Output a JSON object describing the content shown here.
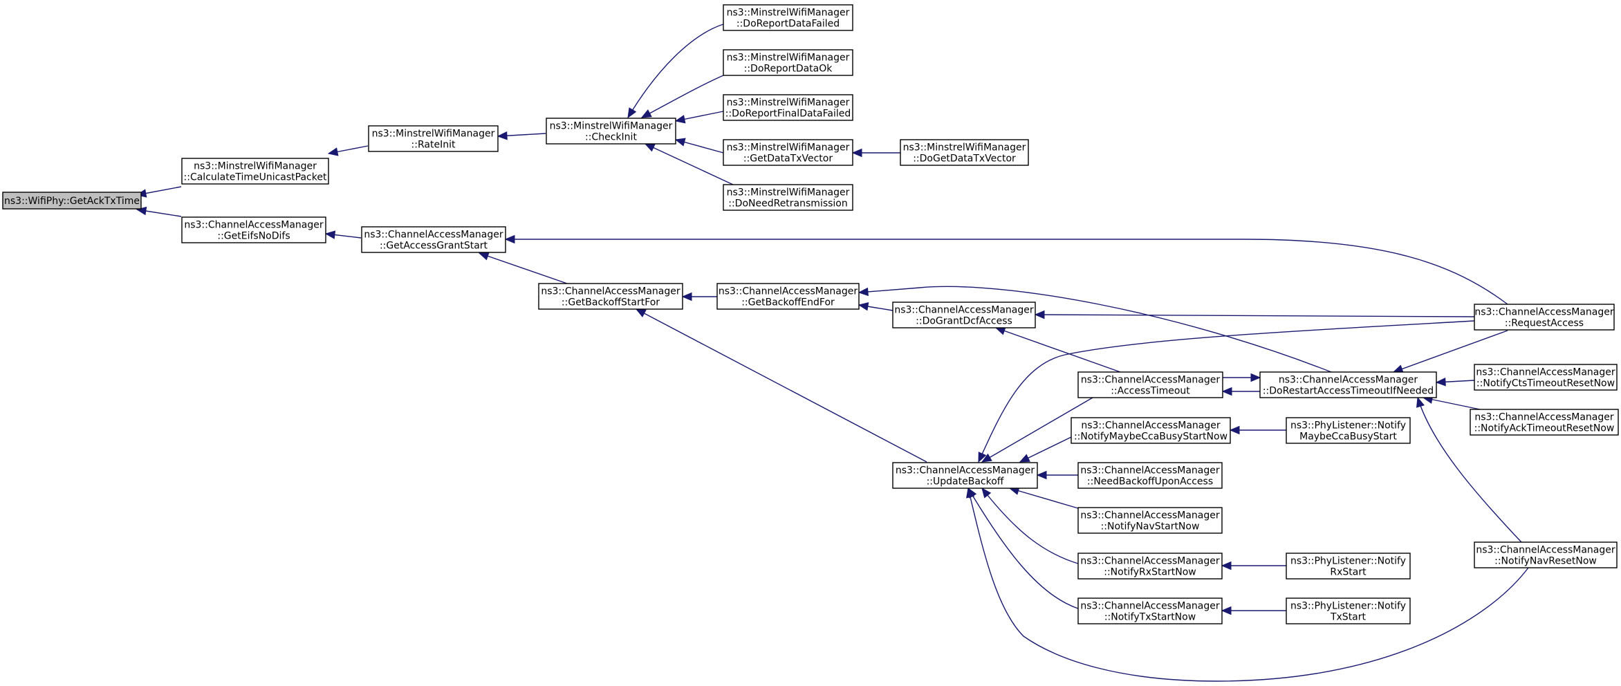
{
  "diagram": {
    "edge_color": "#191970",
    "root_fill": "#bfbfbf",
    "nodes": [
      {
        "id": "root",
        "lines": [
          "ns3::WifiPhy::GetAckTxTime"
        ],
        "root": true
      },
      {
        "id": "calc",
        "lines": [
          "ns3::MinstrelWifiManager",
          "::CalculateTimeUnicastPacket"
        ]
      },
      {
        "id": "eifs",
        "lines": [
          "ns3::ChannelAccessManager",
          "::GetEifsNoDifs"
        ]
      },
      {
        "id": "rate",
        "lines": [
          "ns3::MinstrelWifiManager",
          "::RateInit"
        ]
      },
      {
        "id": "check",
        "lines": [
          "ns3::MinstrelWifiManager",
          "::CheckInit"
        ]
      },
      {
        "id": "rdf",
        "lines": [
          "ns3::MinstrelWifiManager",
          "::DoReportDataFailed"
        ]
      },
      {
        "id": "rdo",
        "lines": [
          "ns3::MinstrelWifiManager",
          "::DoReportDataOk"
        ]
      },
      {
        "id": "rfdf",
        "lines": [
          "ns3::MinstrelWifiManager",
          "::DoReportFinalDataFailed"
        ]
      },
      {
        "id": "gdtv",
        "lines": [
          "ns3::MinstrelWifiManager",
          "::GetDataTxVector"
        ]
      },
      {
        "id": "dgdtv",
        "lines": [
          "ns3::MinstrelWifiManager",
          "::DoGetDataTxVector"
        ]
      },
      {
        "id": "dnr",
        "lines": [
          "ns3::MinstrelWifiManager",
          "::DoNeedRetransmission"
        ]
      },
      {
        "id": "gags",
        "lines": [
          "ns3::ChannelAccessManager",
          "::GetAccessGrantStart"
        ]
      },
      {
        "id": "gbsf",
        "lines": [
          "ns3::ChannelAccessManager",
          "::GetBackoffStartFor"
        ]
      },
      {
        "id": "gbef",
        "lines": [
          "ns3::ChannelAccessManager",
          "::GetBackoffEndFor"
        ]
      },
      {
        "id": "dgda",
        "lines": [
          "ns3::ChannelAccessManager",
          "::DoGrantDcfAccess"
        ]
      },
      {
        "id": "ra",
        "lines": [
          "ns3::ChannelAccessManager",
          "::RequestAccess"
        ]
      },
      {
        "id": "at",
        "lines": [
          "ns3::ChannelAccessManager",
          "::AccessTimeout"
        ]
      },
      {
        "id": "drat",
        "lines": [
          "ns3::ChannelAccessManager",
          "::DoRestartAccessTimeoutIfNeeded"
        ]
      },
      {
        "id": "nctr",
        "lines": [
          "ns3::ChannelAccessManager",
          "::NotifyCtsTimeoutResetNow"
        ]
      },
      {
        "id": "natr",
        "lines": [
          "ns3::ChannelAccessManager",
          "::NotifyAckTimeoutResetNow"
        ]
      },
      {
        "id": "nmcb",
        "lines": [
          "ns3::ChannelAccessManager",
          "::NotifyMaybeCcaBusyStartNow"
        ]
      },
      {
        "id": "plmcb",
        "lines": [
          "ns3::PhyListener::Notify",
          "MaybeCcaBusyStart"
        ]
      },
      {
        "id": "ub",
        "lines": [
          "ns3::ChannelAccessManager",
          "::UpdateBackoff"
        ]
      },
      {
        "id": "nbua",
        "lines": [
          "ns3::ChannelAccessManager",
          "::NeedBackoffUponAccess"
        ]
      },
      {
        "id": "nns",
        "lines": [
          "ns3::ChannelAccessManager",
          "::NotifyNavStartNow"
        ]
      },
      {
        "id": "nrx",
        "lines": [
          "ns3::ChannelAccessManager",
          "::NotifyRxStartNow"
        ]
      },
      {
        "id": "plrx",
        "lines": [
          "ns3::PhyListener::Notify",
          "RxStart"
        ]
      },
      {
        "id": "ntx",
        "lines": [
          "ns3::ChannelAccessManager",
          "::NotifyTxStartNow"
        ]
      },
      {
        "id": "pltx",
        "lines": [
          "ns3::PhyListener::Notify",
          "TxStart"
        ]
      },
      {
        "id": "nnr",
        "lines": [
          "ns3::ChannelAccessManager",
          "::NotifyNavResetNow"
        ]
      }
    ],
    "edges": [
      {
        "from": "calc",
        "to": "root"
      },
      {
        "from": "eifs",
        "to": "root"
      },
      {
        "from": "rate",
        "to": "calc"
      },
      {
        "from": "check",
        "to": "rate"
      },
      {
        "from": "rdf",
        "to": "check"
      },
      {
        "from": "rdo",
        "to": "check"
      },
      {
        "from": "rfdf",
        "to": "check"
      },
      {
        "from": "gdtv",
        "to": "check"
      },
      {
        "from": "dnr",
        "to": "check"
      },
      {
        "from": "dgdtv",
        "to": "gdtv"
      },
      {
        "from": "gags",
        "to": "eifs"
      },
      {
        "from": "gbsf",
        "to": "gags"
      },
      {
        "from": "ra",
        "to": "gags"
      },
      {
        "from": "gbef",
        "to": "gbsf"
      },
      {
        "from": "ub",
        "to": "gbsf"
      },
      {
        "from": "dgda",
        "to": "gbef"
      },
      {
        "from": "drat",
        "to": "gbef"
      },
      {
        "from": "ra",
        "to": "dgda"
      },
      {
        "from": "at",
        "to": "dgda"
      },
      {
        "from": "at",
        "to": "drat"
      },
      {
        "from": "drat",
        "to": "at"
      },
      {
        "from": "ra",
        "to": "drat"
      },
      {
        "from": "nctr",
        "to": "drat"
      },
      {
        "from": "natr",
        "to": "drat"
      },
      {
        "from": "nnr",
        "to": "drat"
      },
      {
        "from": "ra",
        "to": "ub"
      },
      {
        "from": "at",
        "to": "ub"
      },
      {
        "from": "nmcb",
        "to": "ub"
      },
      {
        "from": "nbua",
        "to": "ub"
      },
      {
        "from": "nns",
        "to": "ub"
      },
      {
        "from": "nrx",
        "to": "ub"
      },
      {
        "from": "ntx",
        "to": "ub"
      },
      {
        "from": "nnr",
        "to": "ub"
      },
      {
        "from": "plmcb",
        "to": "nmcb"
      },
      {
        "from": "plrx",
        "to": "nrx"
      },
      {
        "from": "pltx",
        "to": "ntx"
      }
    ]
  }
}
